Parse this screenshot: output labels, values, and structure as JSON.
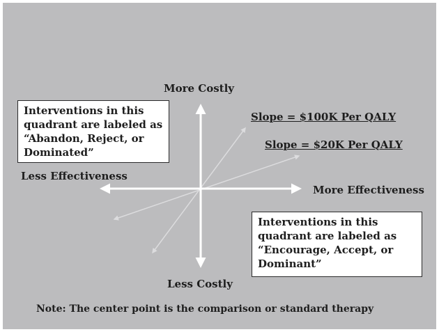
{
  "axes": {
    "top_label": "More Costly",
    "bottom_label": "Less Costly",
    "left_label": "Less Effectiveness",
    "right_label": "More Effectiveness"
  },
  "slopes": {
    "steep": "Slope = $100K Per QALY",
    "shallow": "Slope = $20K Per QALY"
  },
  "box_upper_left": {
    "lines": [
      "Interventions in this",
      "quadrant are labeled as",
      "“Abandon, Reject, or",
      "Dominated”"
    ]
  },
  "box_lower_right": {
    "lines": [
      "Interventions in this",
      "quadrant are labeled as",
      "“Encourage, Accept, or",
      "Dominant”"
    ]
  },
  "note": "Note: The center point is the comparison or standard therapy",
  "colors": {
    "background": "#bcbcbe",
    "axis": "#ffffff",
    "slope_lines": "#d8d8da",
    "text": "#1e1e1e"
  }
}
